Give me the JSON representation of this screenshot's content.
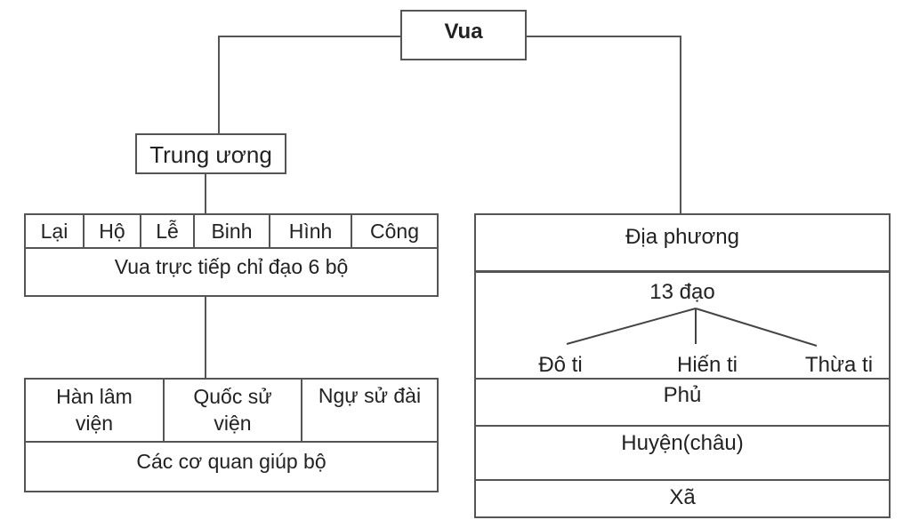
{
  "root": {
    "label": "Vua"
  },
  "central": {
    "label": "Trung ương",
    "ministries": [
      "Lại",
      "Hộ",
      "Lễ",
      "Binh",
      "Hình",
      "Công"
    ],
    "ministries_caption": "Vua trực tiếp chỉ đạo 6 bộ",
    "support_agencies": [
      "Hàn lâm viện",
      "Quốc sử viện",
      "Ngự sử đài"
    ],
    "support_caption": "Các cơ quan giúp bộ"
  },
  "local": {
    "label": "Địa phương",
    "dao": "13 đạo",
    "dao_offices": [
      "Đô ti",
      "Hiến ti",
      "Thừa ti"
    ],
    "levels": [
      "Phủ",
      "Huyện(châu)",
      "Xã"
    ]
  }
}
